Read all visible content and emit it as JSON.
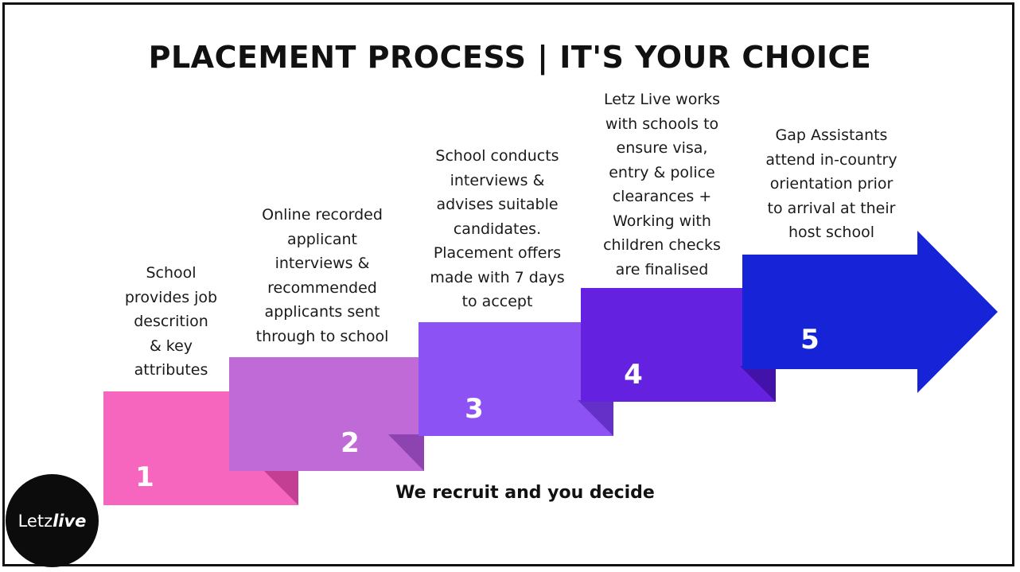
{
  "title": "PLACEMENT PROCESS | IT'S YOUR CHOICE",
  "colors": {
    "step1": "#f766be",
    "step2": "#c06ad8",
    "step3": "#8c52f3",
    "step4": "#6422e0",
    "step5": "#1623d6",
    "fold1": "#c23f93",
    "fold2": "#8e44b0",
    "fold3": "#6430c8",
    "fold4": "#4312a8",
    "fold5": "#0d18a0"
  },
  "steps": [
    {
      "number": "1",
      "text": "School\nprovides job\ndescrition\n& key\nattributes"
    },
    {
      "number": "2",
      "text": "Online recorded\napplicant\ninterviews &\nrecommended\napplicants sent\nthrough to school"
    },
    {
      "number": "3",
      "text": "School conducts\ninterviews &\nadvises suitable\ncandidates.\nPlacement offers\nmade with 7 days\nto accept"
    },
    {
      "number": "4",
      "text": "Letz Live works\nwith schools to\nensure visa,\nentry & police\nclearances +\nWorking with\nchildren checks\nare finalised"
    },
    {
      "number": "5",
      "text": "Gap Assistants\nattend in-country\norientation prior\nto arrival at their\nhost school"
    }
  ],
  "tagline": "We recruit and you decide",
  "logo": {
    "part1": "Letz",
    "part2": "live"
  }
}
